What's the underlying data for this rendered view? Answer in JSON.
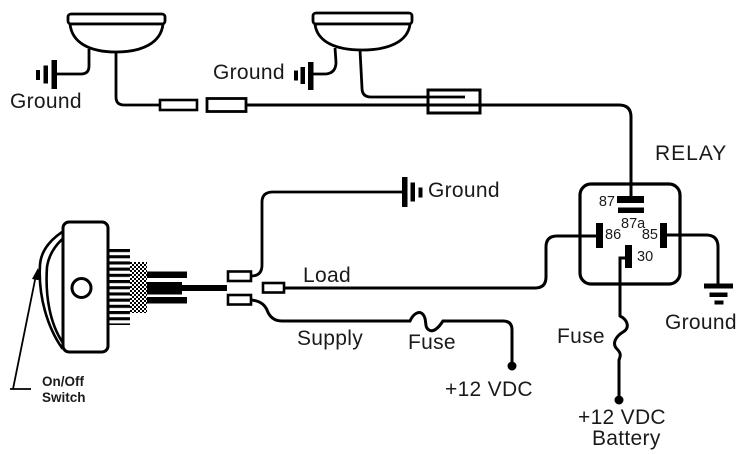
{
  "colors": {
    "ink": "#000000",
    "paper": "#ffffff"
  },
  "diagram": {
    "lamps": {
      "left": {
        "ground_label": "Ground"
      },
      "right": {
        "ground_label": "Ground"
      }
    },
    "switch": {
      "caption_line1": "On/Off",
      "caption_line2": "Switch",
      "ground_label": "Ground"
    },
    "relay": {
      "title": "RELAY",
      "pin87": "87",
      "pin87a": "87a",
      "pin86": "86",
      "pin85": "85",
      "pin30": "30",
      "ground_label": "Ground"
    },
    "wires": {
      "load_label": "Load",
      "supply_label": "Supply"
    },
    "fuses": {
      "supply_label": "Fuse",
      "battery_label": "Fuse"
    },
    "power": {
      "supply_label": "+12 VDC",
      "battery_label_line1": "+12 VDC",
      "battery_label_line2": "Battery"
    }
  }
}
